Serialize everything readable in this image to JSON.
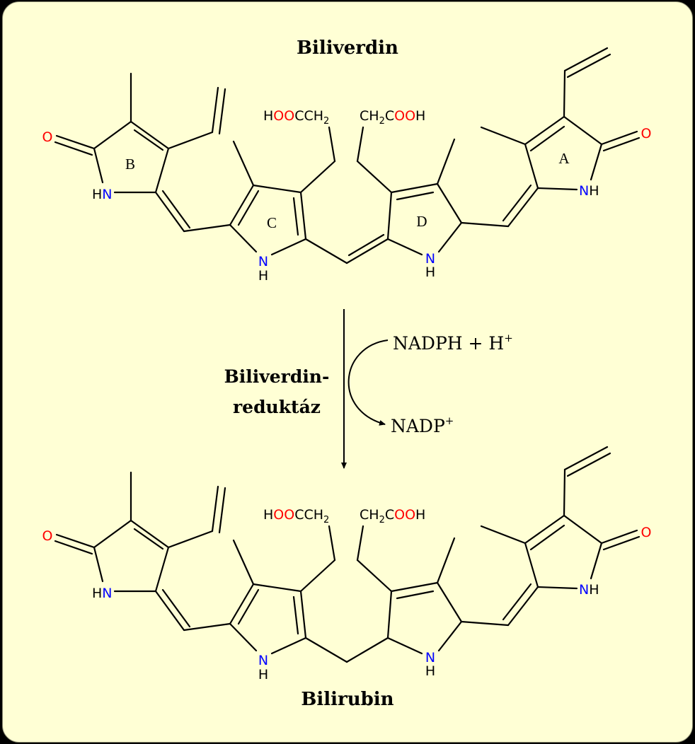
{
  "title_top": "Biliverdin",
  "title_bottom": "Bilirubin",
  "enzyme_line1": "Biliverdin-",
  "enzyme_line2": "reduktáz",
  "reagent_in": "NADPH + H",
  "reagent_in_sup": "+",
  "reagent_out": "NADP",
  "reagent_out_sup": "+",
  "ring_labels": {
    "a": "A",
    "b": "B",
    "c": "C",
    "d": "D"
  },
  "colors": {
    "background": "#ffffd5",
    "oxygen": "#ff0000",
    "nitrogen": "#0000ff",
    "bond": "#000000"
  },
  "biliverdin_atoms": {
    "b_carbonyl_o": "O",
    "b_nh_h": "H",
    "b_nh_n": "N",
    "c_nh_n": "N",
    "c_nh_h": "H",
    "d_nh_n": "N",
    "d_nh_h": "H",
    "a_carbonyl_o": "O",
    "a_nh_n": "N",
    "a_nh_h": "H",
    "left_acid_h": "H",
    "left_acid_oo": "OO",
    "left_acid_cch": "CCH",
    "left_acid_sub": "2",
    "right_acid_ch": "CH",
    "right_acid_sub": "2",
    "right_acid_c": "C",
    "right_acid_oo": "OO",
    "right_acid_h": "H"
  },
  "bilirubin_atoms": {
    "b_carbonyl_o": "O",
    "b_nh_h": "H",
    "b_nh_n": "N",
    "c_nh_n": "N",
    "c_nh_h": "H",
    "d_nh_n": "N",
    "d_nh_h": "H",
    "a_carbonyl_o": "O",
    "a_nh_n": "N",
    "a_nh_h": "H",
    "left_acid_h": "H",
    "left_acid_oo": "OO",
    "left_acid_cch": "CCH",
    "left_acid_sub": "2",
    "right_acid_ch": "CH",
    "right_acid_sub": "2",
    "right_acid_c": "C",
    "right_acid_oo": "OO",
    "right_acid_h": "H"
  }
}
